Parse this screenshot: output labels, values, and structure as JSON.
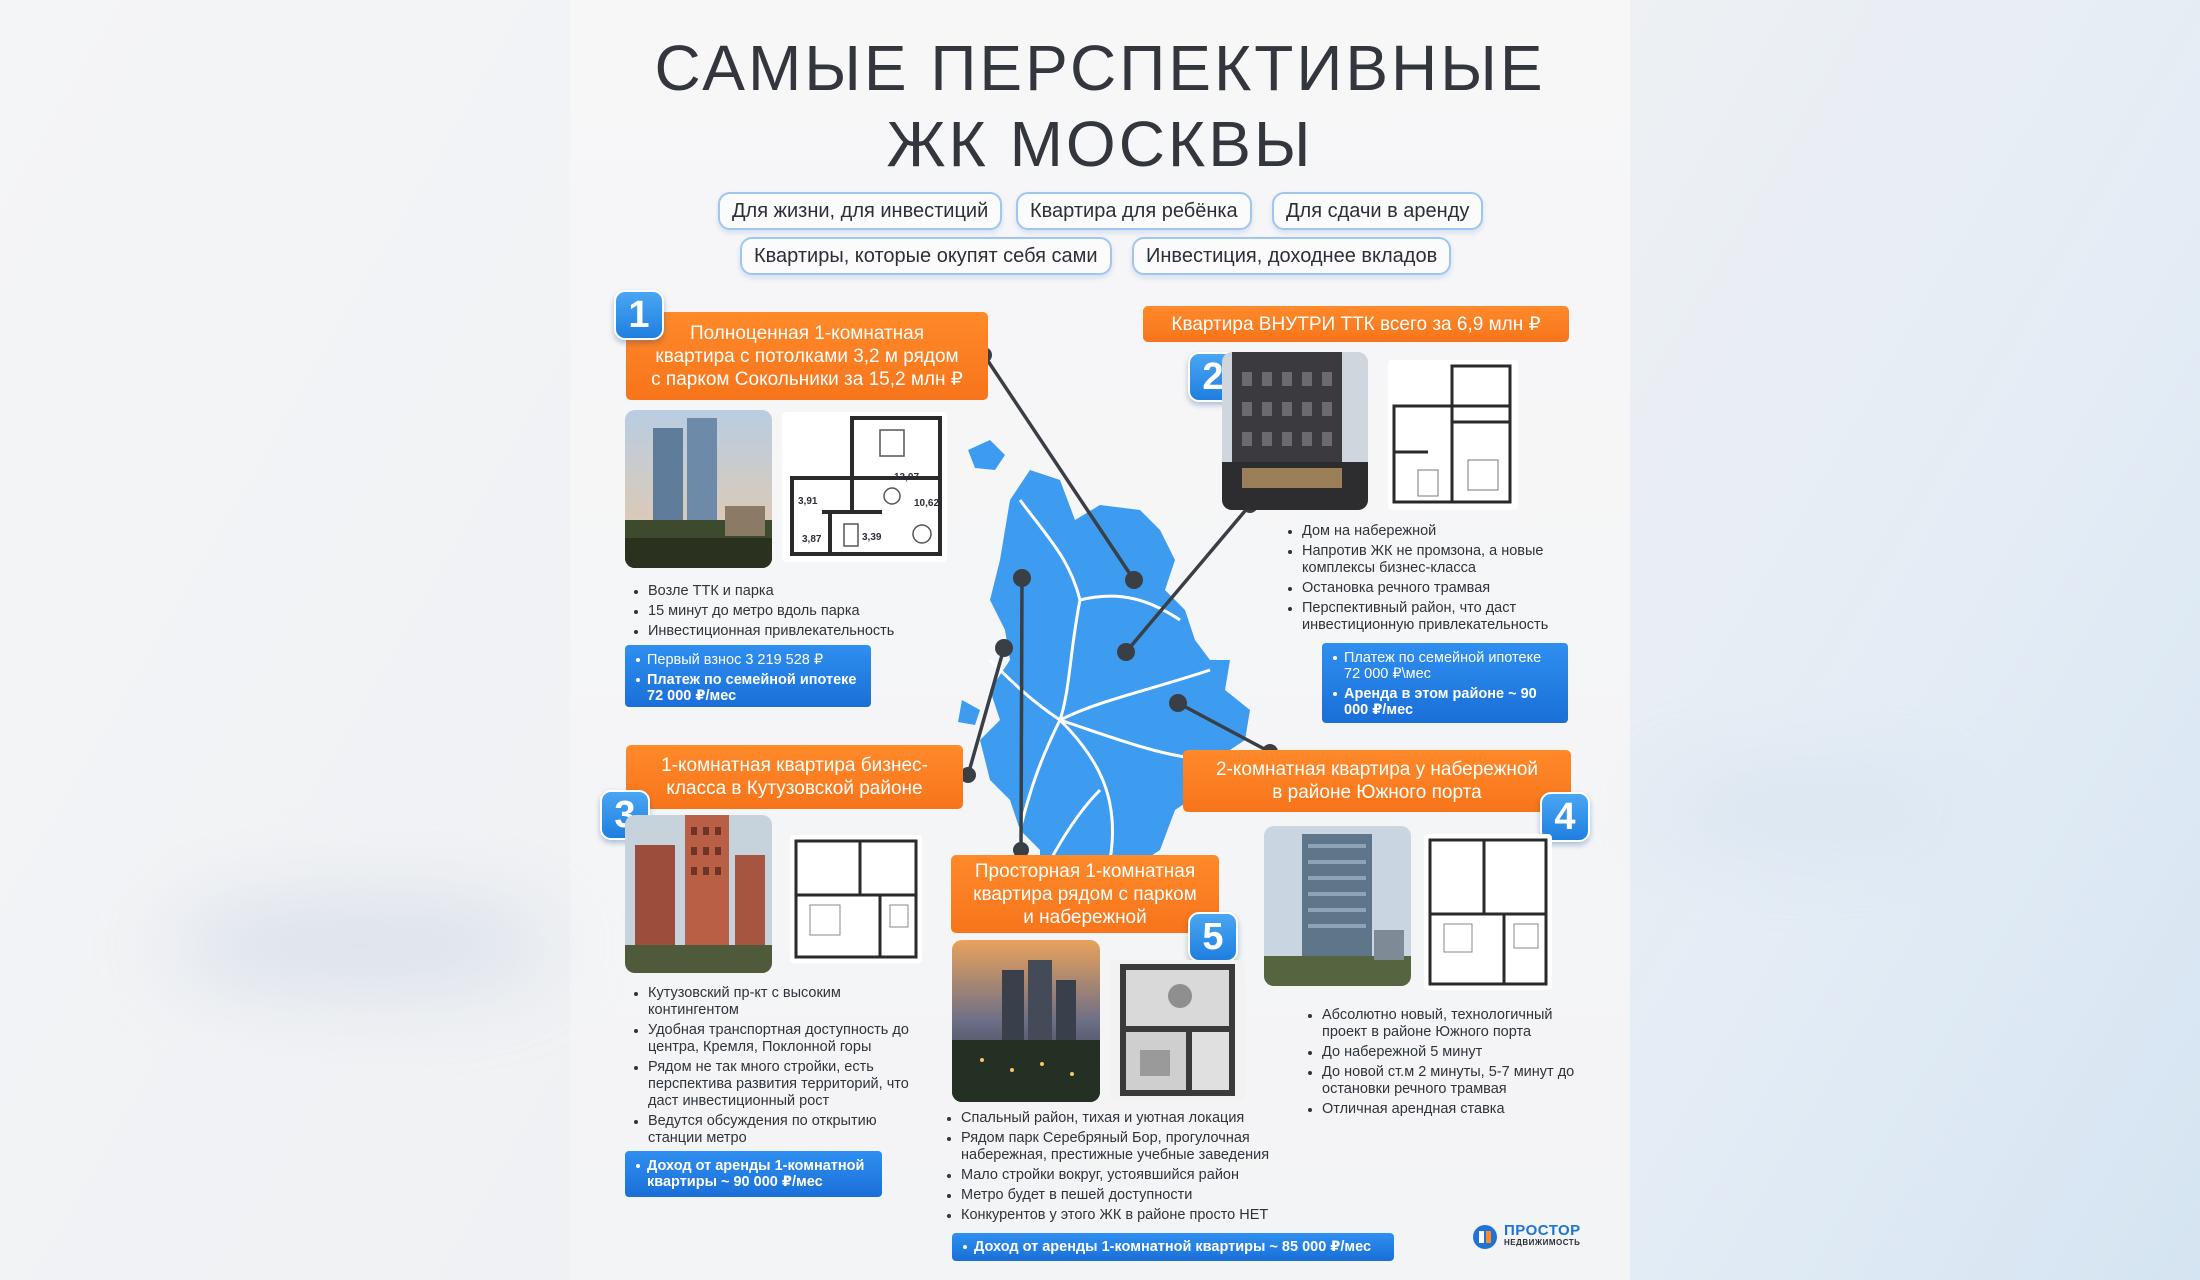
{
  "title": {
    "line1": "САМЫЕ ПЕРСПЕКТИВНЫЕ",
    "line2": "ЖК МОСКВЫ"
  },
  "tags": [
    "Для жизни, для инвестиций",
    "Квартира для ребёнка",
    "Для сдачи в аренду",
    "Квартиры, которые окупят себя сами",
    "Инвестиция, доходнее вкладов"
  ],
  "listings": [
    {
      "number": "1",
      "headline": [
        "Полноценная 1-комнатная",
        "квартира с потолками 3,2 м рядом",
        "с парком Сокольники за 15,2 млн ₽"
      ],
      "plan_labels": [
        "13,07",
        "3,91",
        "10,62",
        "3,87",
        "3,39"
      ],
      "bullets": [
        "Возле ТТК и парка",
        "15 минут до метро вдоль парка",
        "Инвестиционная привлекательность"
      ],
      "highlights": [
        {
          "text": "Первый взнос 3 219 528 ₽"
        },
        {
          "text": "Платеж по семейной ипотеке 72 000 ₽/мес"
        }
      ]
    },
    {
      "number": "2",
      "headline": [
        "Квартира ВНУТРИ ТТК всего за 6,9 млн ₽"
      ],
      "bullets": [
        "Дом на набережной",
        "Напротив ЖК не промзона, а новые комплексы бизнес-класса",
        "Остановка речного трамвая",
        "Перспективный район, что даст инвестиционную привлекательность"
      ],
      "highlights": [
        {
          "text": "Платеж по семейной ипотеке 72 000 ₽\\мес"
        },
        {
          "text": "Аренда в этом районе ~ 90 000 ₽/мес"
        }
      ]
    },
    {
      "number": "3",
      "headline": [
        "1-комнатная квартира бизнес-",
        "класса в Кутузовской районе"
      ],
      "bullets": [
        "Кутузовский пр-кт с высоким контингентом",
        "Удобная транспортная доступность до центра, Кремля, Поклонной горы",
        "Рядом не так много стройки, есть перспектива развития территорий, что даст инвестиционный рост",
        "Ведутся обсуждения по открытию станции метро"
      ],
      "highlights": [
        {
          "text": "Доход от аренды 1-комнатной квартиры ~ 90 000 ₽/мес"
        }
      ]
    },
    {
      "number": "4",
      "headline": [
        "2-комнатная квартира у набережной",
        "в районе Южного порта"
      ],
      "bullets": [
        "Абсолютно новый, технологичный проект в районе Южного порта",
        "До набережной 5 минут",
        "До новой ст.м 2 минуты, 5-7 минут до остановки речного трамвая",
        "Отличная арендная ставка"
      ],
      "highlights": []
    },
    {
      "number": "5",
      "headline": [
        "Просторная 1-комнатная",
        "квартира рядом с парком",
        "и набережной"
      ],
      "bullets": [
        "Спальный район, тихая и уютная локация",
        "Рядом парк Серебряный Бор, прогулочная набережная, престижные учебные заведения",
        "Мало стройки вокруг, устоявшийся район",
        "Метро будет в пешей доступности",
        "Конкурентов у этого ЖК в районе просто НЕТ"
      ],
      "highlights": [
        {
          "text": "Доход от аренды 1-комнатной квартиры ~ 85 000 ₽/мес"
        }
      ]
    }
  ],
  "logo": {
    "name": "ПРОСТОР",
    "subtitle": "НЕДВИЖИМОСТЬ"
  },
  "colors": {
    "accent_orange": "#f7741b",
    "accent_blue": "#1f7fe0",
    "map_blue": "#3d9bf0"
  },
  "icons": {
    "map": "moscow-map",
    "logo": "prostor-logo-icon"
  }
}
